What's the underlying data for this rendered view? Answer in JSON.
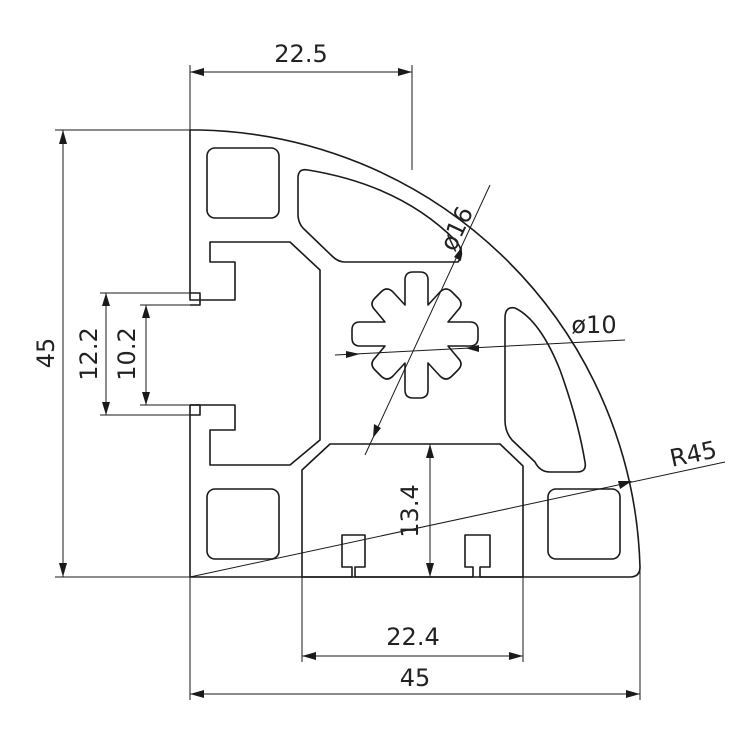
{
  "dimensions": {
    "top_width": "22.5",
    "height_total": "45",
    "slot_outer": "12.2",
    "slot_inner": "10.2",
    "diameter_outer": "ø16",
    "diameter_inner": "ø10",
    "radius": "R45",
    "slot_depth": "13.4",
    "bottom_slot_width": "22.4",
    "bottom_total": "45"
  },
  "colors": {
    "line": "#1a1a1a",
    "background": "#ffffff"
  }
}
